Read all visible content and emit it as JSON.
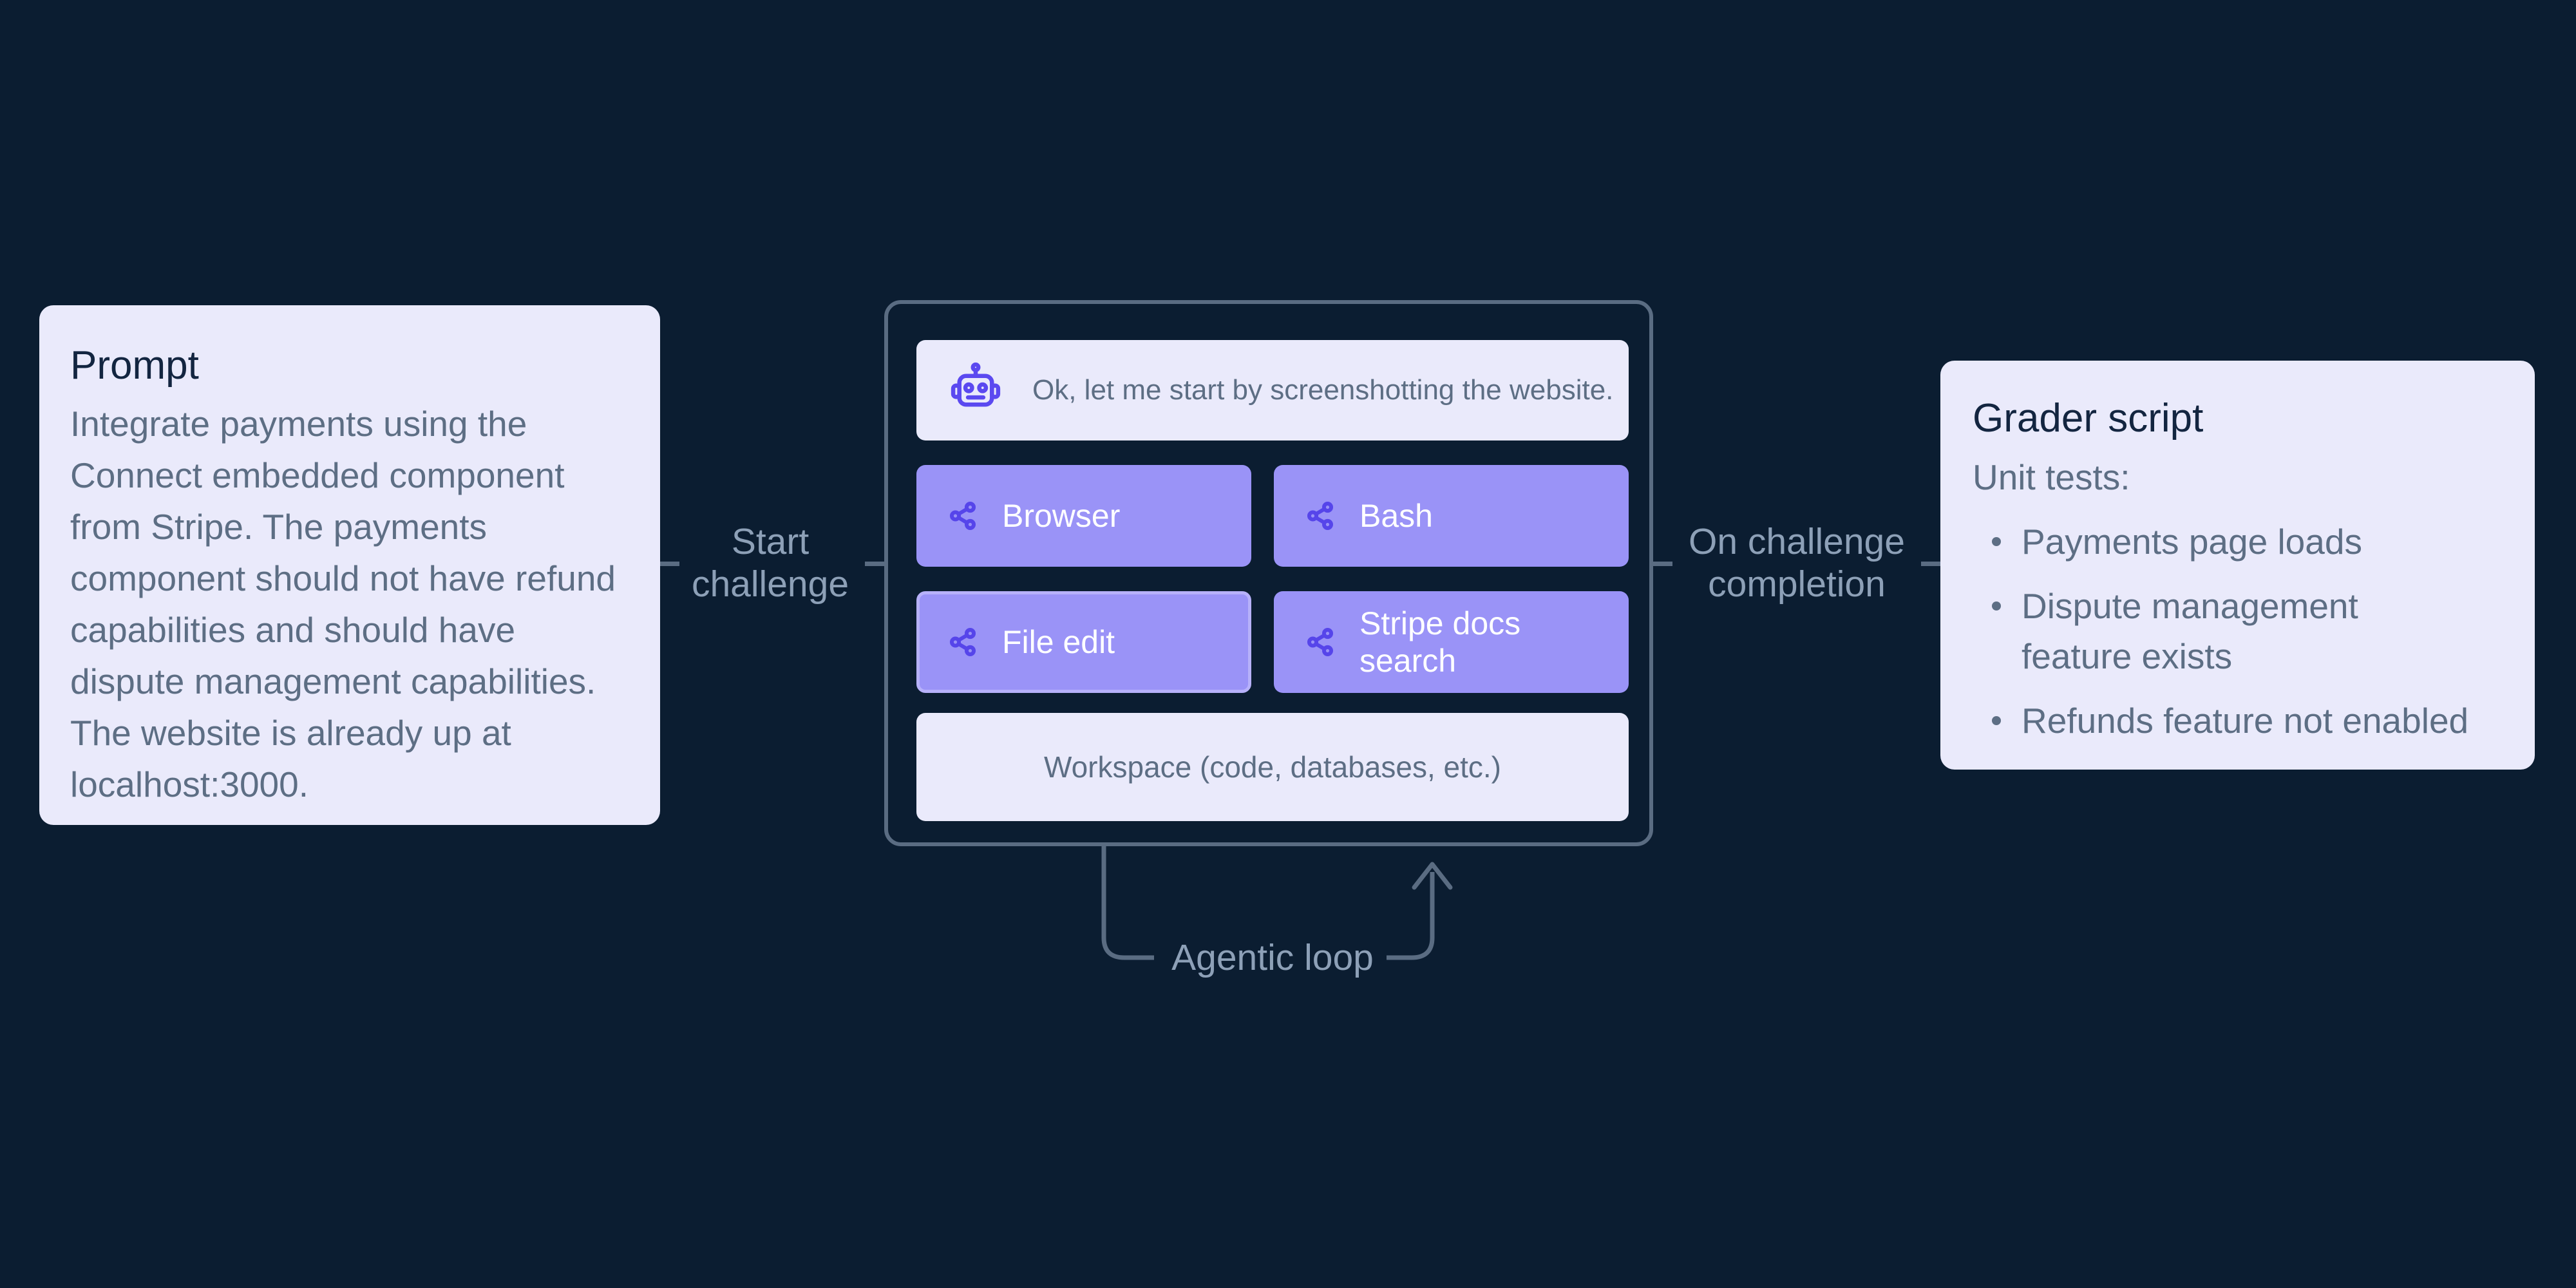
{
  "prompt_card": {
    "title": "Prompt",
    "body": "Integrate payments using the\nConnect embedded component\nfrom Stripe. The payments\ncomponent should not have refund\ncapabilities and should have\ndispute management capabilities.\nThe website is already up at\nlocalhost:3000."
  },
  "connectors": {
    "start_label": "Start\nchallenge",
    "completion_label": "On challenge\ncompletion",
    "loop_label": "Agentic loop"
  },
  "agent_box": {
    "message": "Ok, let me start by screenshotting the website.",
    "message_icon": "bot-icon",
    "tools": [
      {
        "label": "Browser",
        "icon": "share-network-icon",
        "highlighted": false
      },
      {
        "label": "Bash",
        "icon": "share-network-icon",
        "highlighted": false
      },
      {
        "label": "File edit",
        "icon": "share-network-icon",
        "highlighted": true
      },
      {
        "label": "Stripe docs search",
        "icon": "share-network-icon",
        "highlighted": false
      }
    ],
    "workspace_label": "Workspace (code, databases, etc.)"
  },
  "grader_card": {
    "title": "Grader script",
    "subtitle": "Unit tests:",
    "tests": [
      "Payments page loads",
      "Dispute management\nfeature exists",
      "Refunds feature not enabled"
    ]
  },
  "colors": {
    "background": "#0b1d31",
    "card_background": "#eaeafb",
    "title_text": "#132540",
    "body_text": "#5d6e84",
    "line_and_border": "#5a6c82",
    "label_text": "#8da0b7",
    "tool_button": "#9a93f7",
    "tool_button_highlight_border": "#b7b1fa",
    "icon_purple": "#5645ea",
    "robot_purple": "#5b49f0",
    "tool_button_text": "#ffffff"
  }
}
